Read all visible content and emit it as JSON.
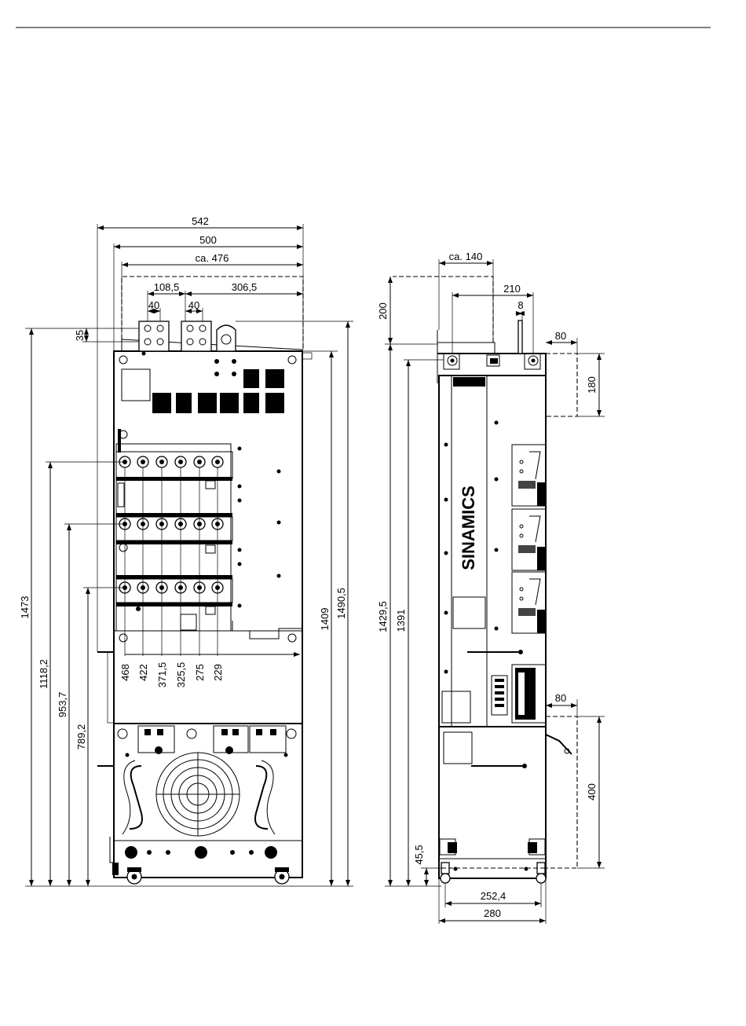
{
  "colors": {
    "ink": "#000000",
    "paper": "#ffffff"
  },
  "front_view": {
    "dims": {
      "w542": "542",
      "w500": "500",
      "w476": "ca. 476",
      "w108": "108,5",
      "w306": "306,5",
      "w40a": "40",
      "w40b": "40",
      "h35": "35",
      "h1473": "1473",
      "h1118": "1118,2",
      "h953": "953,7",
      "h789": "789,2",
      "h1409": "1409",
      "h1490": "1490,5",
      "x468": "468",
      "x422": "422",
      "x371": "371,5",
      "x325": "325,5",
      "x275": "275",
      "x229": "229"
    }
  },
  "side_view": {
    "brand": "SINAMICS",
    "dims": {
      "w140": "ca. 140",
      "w210": "210",
      "w8": "8",
      "w80a": "80",
      "w80b": "80",
      "h200": "200",
      "h180": "180",
      "h1429": "1429,5",
      "h1391": "1391",
      "h400": "400",
      "h45": "45,5",
      "w252": "252,4",
      "w280": "280"
    }
  }
}
